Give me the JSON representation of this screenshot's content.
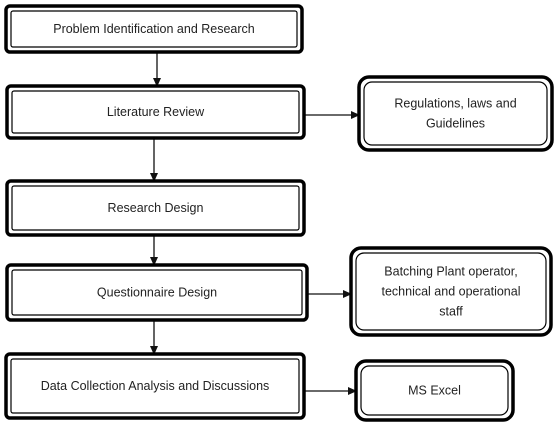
{
  "diagram": {
    "nodes": {
      "problem": {
        "lines": [
          "Problem Identification and Research"
        ]
      },
      "literature": {
        "lines": [
          "Literature Review"
        ]
      },
      "regulations": {
        "lines": [
          "Regulations, laws and",
          "Guidelines"
        ]
      },
      "research_design": {
        "lines": [
          "Research Design"
        ]
      },
      "questionnaire": {
        "lines": [
          "Questionnaire Design"
        ]
      },
      "operators": {
        "lines": [
          "Batching Plant operator,",
          "technical and operational",
          "staff"
        ]
      },
      "data_collection": {
        "lines": [
          "Data Collection Analysis and Discussions"
        ]
      },
      "ms_excel": {
        "lines": [
          "MS Excel"
        ]
      }
    },
    "edges": [
      {
        "from": "problem",
        "to": "literature"
      },
      {
        "from": "literature",
        "to": "regulations"
      },
      {
        "from": "literature",
        "to": "research_design"
      },
      {
        "from": "research_design",
        "to": "questionnaire"
      },
      {
        "from": "questionnaire",
        "to": "operators"
      },
      {
        "from": "questionnaire",
        "to": "data_collection"
      },
      {
        "from": "data_collection",
        "to": "ms_excel"
      }
    ]
  }
}
